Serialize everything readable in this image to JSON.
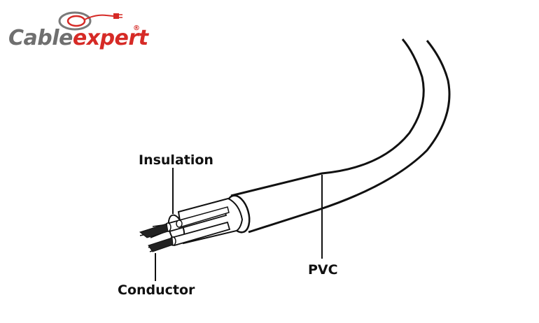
{
  "brand": {
    "name_part1": "Cable",
    "name_part2": "xpert",
    "name_e": "e",
    "registered": "®",
    "colors": {
      "gray": "#6f6f6f",
      "red": "#d62a26"
    }
  },
  "labels": {
    "insulation": "Insulation",
    "conductor": "Conductor",
    "pvc": "PVC"
  }
}
